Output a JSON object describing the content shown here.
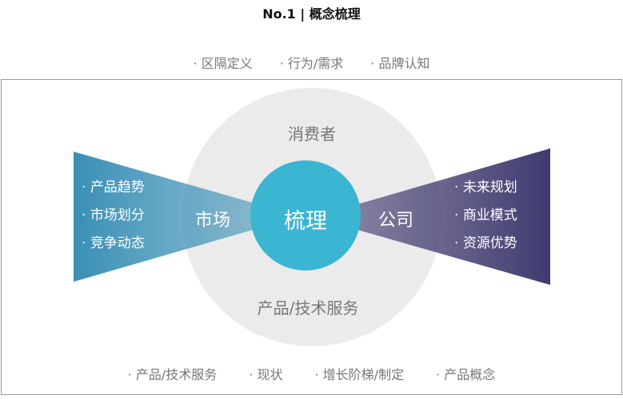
{
  "title": "No.1 | 概念梳理",
  "top_tags": [
    "区隔定义",
    "行为/需求",
    "品牌认知"
  ],
  "bottom_tags": [
    "产品/技术服务",
    "现状",
    "增长阶梯/制定",
    "产品概念"
  ],
  "center": {
    "label": "梳理",
    "top": "消费者",
    "bottom": "产品/技术服务"
  },
  "left": {
    "label": "市场",
    "items": [
      "产品趋势",
      "市场划分",
      "竞争动态"
    ]
  },
  "right": {
    "label": "公司",
    "items": [
      "未来规划",
      "商业模式",
      "资源优势"
    ]
  },
  "colors": {
    "teal": "#3ab5d2",
    "left_funnel": "#3a8fb5",
    "right_funnel": "#3f3a6e",
    "gray_circle": "#ebebeb"
  }
}
